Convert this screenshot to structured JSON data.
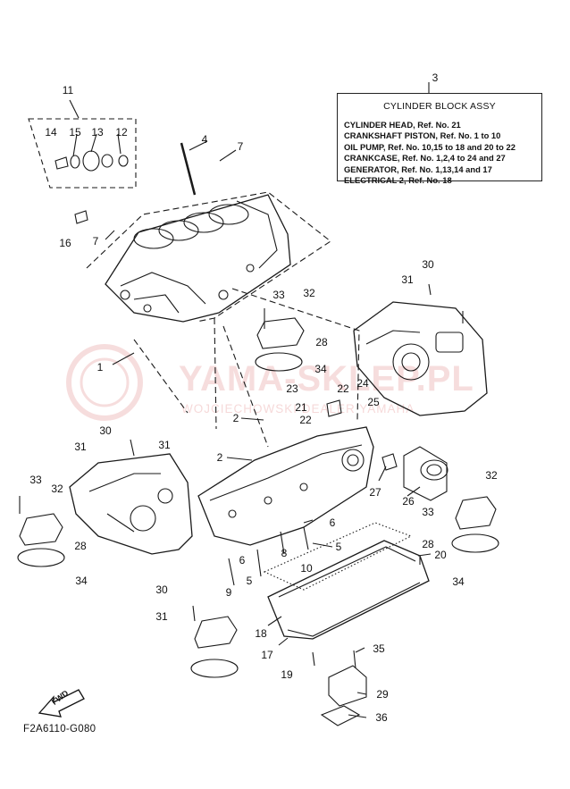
{
  "watermark": {
    "brand": "YAMA-SKLEP.PL",
    "subtitle": "WOJCIECHOWSKI DEALER YAMAHA"
  },
  "info_box": {
    "callout": "3",
    "title": "CYLINDER BLOCK ASSY",
    "lines": [
      "CYLINDER HEAD, Ref. No. 21",
      "CRANKSHAFT PISTON, Ref. No. 1 to 10",
      "OIL PUMP, Ref. No. 10,15 to 18 and 20 to 22",
      "CRANKCASE, Ref. No. 1,2,4 to 24 and 27",
      "GENERATOR, Ref. No. 1,13,14 and 17",
      "ELECTRICAL 2, Ref. No. 18"
    ]
  },
  "direction_arrow": "FWD",
  "diagram_code": "F2A6110-G080",
  "callouts": [
    "11",
    "14",
    "15",
    "13",
    "12",
    "16",
    "4",
    "7",
    "7",
    "1",
    "2",
    "2",
    "30",
    "31",
    "31",
    "33",
    "32",
    "28",
    "34",
    "30",
    "31",
    "33",
    "32",
    "28",
    "34",
    "23",
    "22",
    "24",
    "21",
    "22",
    "25",
    "26",
    "27",
    "32",
    "33",
    "28",
    "34",
    "20",
    "6",
    "5",
    "10",
    "8",
    "5",
    "6",
    "9",
    "18",
    "17",
    "19",
    "35",
    "29",
    "36",
    "30",
    "31"
  ]
}
